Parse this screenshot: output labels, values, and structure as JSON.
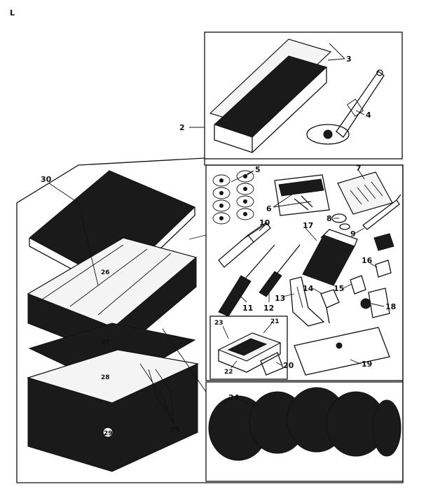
{
  "corner_mark": "L",
  "labels": {
    "l2": "2",
    "l3": "3",
    "l4": "4",
    "l5": "5",
    "l6": "6",
    "l7": "7",
    "l8": "8",
    "l9": "9",
    "l10": "10",
    "l11": "11",
    "l12": "12",
    "l13": "13",
    "l14": "14",
    "l15": "15",
    "l16": "16",
    "l17": "17",
    "l18": "18",
    "l19": "19",
    "l20": "20",
    "l21": "21",
    "l22": "22",
    "l23": "23",
    "l24": "24",
    "l25": "25",
    "l26": "26",
    "l27": "27",
    "l28": "28",
    "l29": "29",
    "l30": "30"
  }
}
